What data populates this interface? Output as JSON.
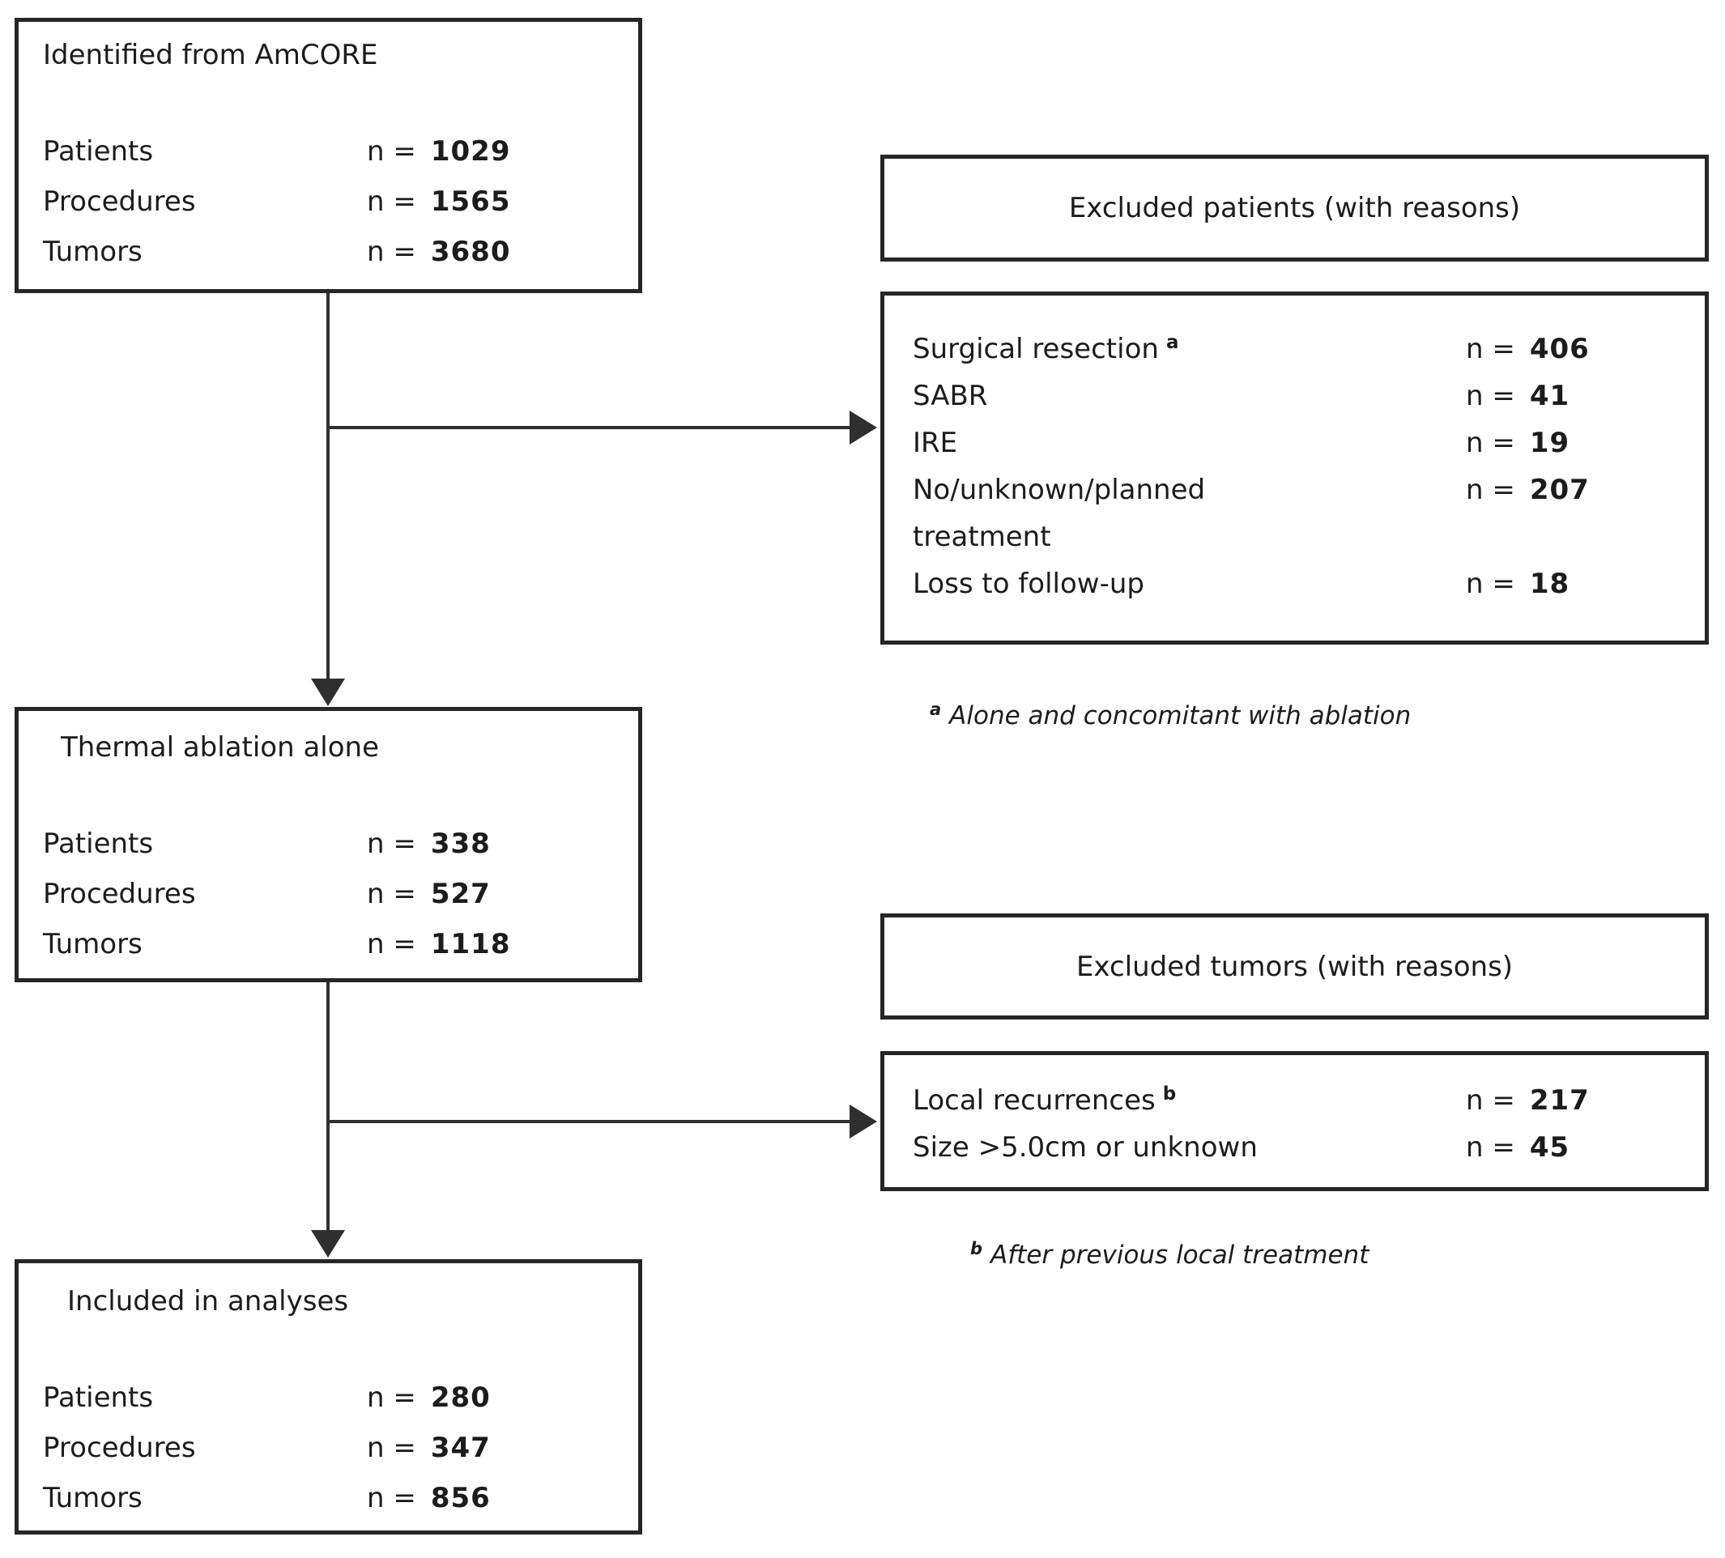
{
  "labels": {
    "n_eq": "n ="
  },
  "identified": {
    "title": "Identified from AmCORE",
    "rows": [
      {
        "label": "Patients",
        "n": "1029"
      },
      {
        "label": "Procedures",
        "n": "1565"
      },
      {
        "label": "Tumors",
        "n": "3680"
      }
    ]
  },
  "excluded_patients": {
    "header": "Excluded patients (with reasons)",
    "rows": [
      {
        "label": "Surgical resection",
        "sup": "a",
        "n": "406"
      },
      {
        "label": "SABR",
        "n": "41"
      },
      {
        "label": "IRE",
        "n": "19"
      },
      {
        "label": "No/unknown/planned",
        "label2": "treatment",
        "n": "207"
      },
      {
        "label": "Loss to follow-up",
        "n": "18"
      }
    ],
    "footnote": {
      "sup": "a",
      "text": "Alone and concomitant with ablation"
    }
  },
  "thermal": {
    "title": "Thermal ablation alone",
    "rows": [
      {
        "label": "Patients",
        "n": "338"
      },
      {
        "label": "Procedures",
        "n": "527"
      },
      {
        "label": "Tumors",
        "n": "1118"
      }
    ]
  },
  "excluded_tumors": {
    "header": "Excluded tumors (with reasons)",
    "rows": [
      {
        "label": "Local recurrences",
        "sup": "b",
        "n": "217"
      },
      {
        "label": "Size >5.0cm or unknown",
        "n": "45"
      }
    ],
    "footnote": {
      "sup": "b",
      "text": "After previous local treatment"
    }
  },
  "included": {
    "title": "Included in analyses",
    "rows": [
      {
        "label": "Patients",
        "n": "280"
      },
      {
        "label": "Procedures",
        "n": "347"
      },
      {
        "label": "Tumors",
        "n": "856"
      }
    ]
  },
  "colors": {
    "line": "#2f2f2f",
    "border": "#262626",
    "text": "#1c1c1c"
  }
}
